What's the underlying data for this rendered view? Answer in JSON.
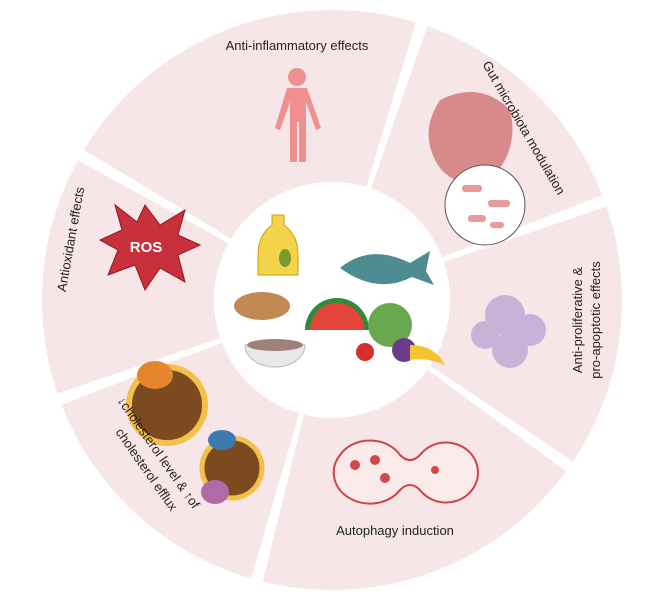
{
  "diagram": {
    "segments": [
      {
        "id": "anti-inflammatory",
        "label": "Anti-inflammatory effects"
      },
      {
        "id": "gut-microbiota",
        "label": "Gut microbiota modulation"
      },
      {
        "id": "anti-proliferative",
        "label": "Anti-proliferative &",
        "label2": "pro-apoptotic effects"
      },
      {
        "id": "autophagy",
        "label": "Autophagy induction"
      },
      {
        "id": "cholesterol",
        "label": "↓cholesterol level & ↑of",
        "label2": "cholesterol efflux"
      },
      {
        "id": "antioxidant",
        "label": "Antioxidant effects"
      }
    ],
    "ros_label": "ROS",
    "colors": {
      "segment": "#f7e6e7",
      "ros": "#c8303c",
      "body": "#ef8f8f"
    }
  }
}
